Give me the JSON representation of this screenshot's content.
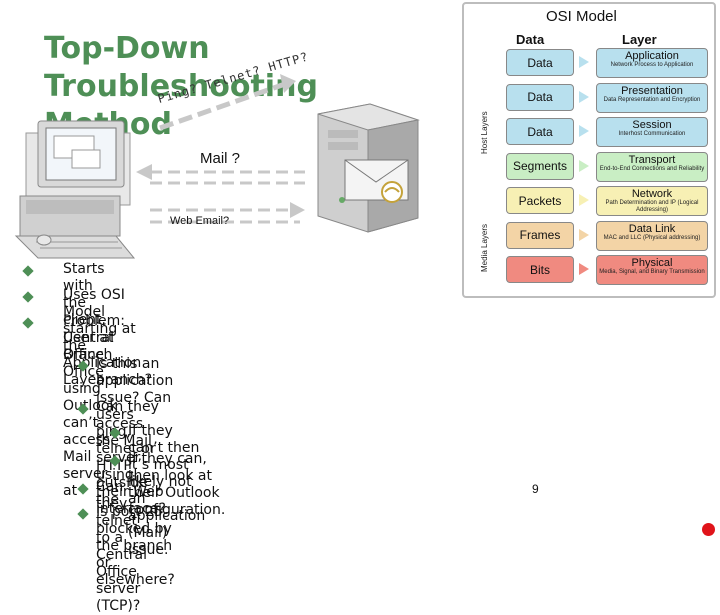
{
  "slide": {
    "title_line1": "Top-Down Troubleshooting",
    "title_line2": "Method",
    "page_number": "9"
  },
  "diagram": {
    "ping_text": "Ping? Telnet? HTTP?",
    "mail_label": "Mail ?",
    "web_email_label": "Web Email?"
  },
  "osi": {
    "title": "OSI Model",
    "col_data": "Data",
    "col_layer": "Layer",
    "host_layers_label": "Host Layers",
    "media_layers_label": "Media Layers",
    "rows": [
      {
        "data": "Data",
        "layer": "Application",
        "desc": "Network Process to Application",
        "data_color": "#b8e0ee",
        "layer_color": "#b8e0ee"
      },
      {
        "data": "Data",
        "layer": "Presentation",
        "desc": "Data Representation and Encryption",
        "data_color": "#b8e0ee",
        "layer_color": "#b8e0ee"
      },
      {
        "data": "Data",
        "layer": "Session",
        "desc": "Interhost Communication",
        "data_color": "#b8e0ee",
        "layer_color": "#b8e0ee"
      },
      {
        "data": "Segments",
        "layer": "Transport",
        "desc": "End-to-End Connections and Reliability",
        "data_color": "#c9eec4",
        "layer_color": "#c9eec4"
      },
      {
        "data": "Packets",
        "layer": "Network",
        "desc": "Path Determination and IP (Logical Addressing)",
        "data_color": "#f7f0b4",
        "layer_color": "#f7f0b4"
      },
      {
        "data": "Frames",
        "layer": "Data Link",
        "desc": "MAC and LLC (Physical addressing)",
        "data_color": "#f3d4a6",
        "layer_color": "#f3d4a6"
      },
      {
        "data": "Bits",
        "layer": "Physical",
        "desc": "Media, Signal, and Binary Transmission",
        "data_color": "#f08a80",
        "layer_color": "#f08a80"
      }
    ]
  },
  "bullets": [
    "Starts with the client.",
    "Uses OSI Model starting at the Application Layer",
    "Problem: User at Branch Office using Outlook can’t access Mail server at",
    "Central Office.",
    "Is this an application issue? Can users ping, telnet or HTTP outside the",
    "branch?",
    "Can they access the Mail server using their Web interface?",
    "If they can’t then it’s most likely not an application (Mail) issue.",
    "If they can, then look at their Outlook configuration.",
    "Can they telnet to a Central Office server (TCP)?",
    "Is port 25 blocked by the branch or elsewhere?"
  ],
  "colors": {
    "title": "#4e8f56",
    "bullet": "#4e8f56",
    "corner_dot": "#e0141a"
  }
}
